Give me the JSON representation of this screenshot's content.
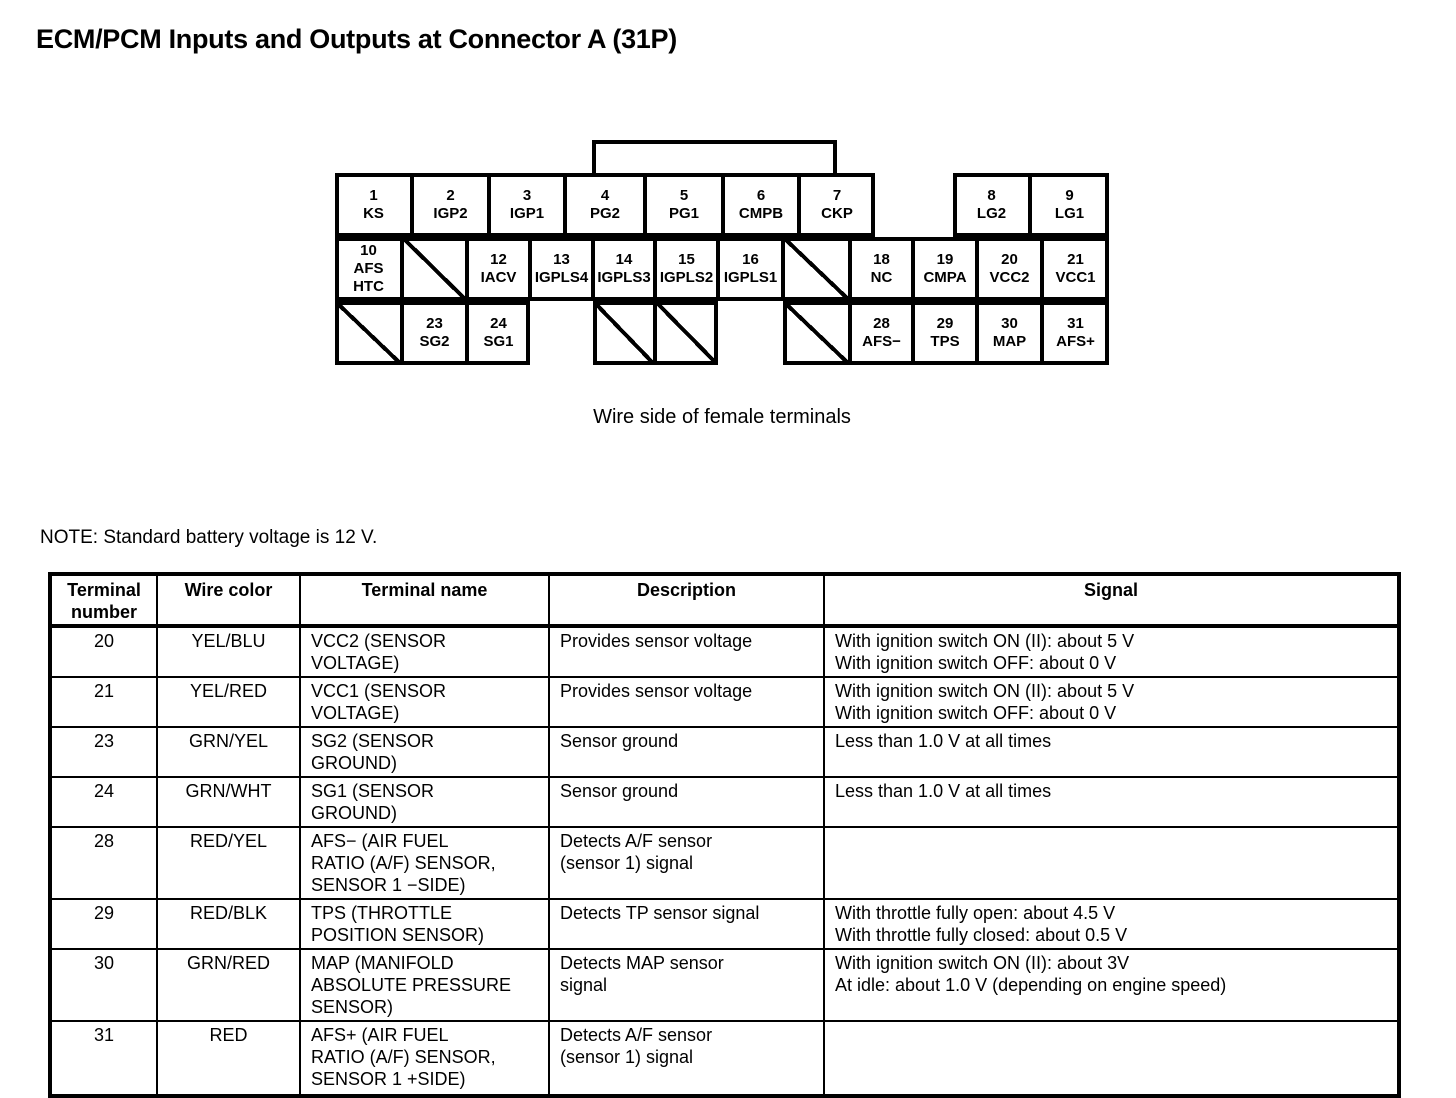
{
  "page_title": "ECM/PCM Inputs and Outputs at Connector A (31P)",
  "connector": {
    "caption": "Wire side of female terminals",
    "pins": [
      {
        "num": "1",
        "label": "KS"
      },
      {
        "num": "2",
        "label": "IGP2"
      },
      {
        "num": "3",
        "label": "IGP1"
      },
      {
        "num": "4",
        "label": "PG2"
      },
      {
        "num": "5",
        "label": "PG1"
      },
      {
        "num": "6",
        "label": "CMPB"
      },
      {
        "num": "7",
        "label": "CKP"
      },
      {
        "num": "8",
        "label": "LG2"
      },
      {
        "num": "9",
        "label": "LG1"
      },
      {
        "num": "10",
        "label": "AFS\nHTC"
      },
      {
        "num": "12",
        "label": "IACV"
      },
      {
        "num": "13",
        "label": "IGPLS4"
      },
      {
        "num": "14",
        "label": "IGPLS3"
      },
      {
        "num": "15",
        "label": "IGPLS2"
      },
      {
        "num": "16",
        "label": "IGPLS1"
      },
      {
        "num": "18",
        "label": "NC"
      },
      {
        "num": "19",
        "label": "CMPA"
      },
      {
        "num": "20",
        "label": "VCC2"
      },
      {
        "num": "21",
        "label": "VCC1"
      },
      {
        "num": "23",
        "label": "SG2"
      },
      {
        "num": "24",
        "label": "SG1"
      },
      {
        "num": "28",
        "label": "AFS−"
      },
      {
        "num": "29",
        "label": "TPS"
      },
      {
        "num": "30",
        "label": "MAP"
      },
      {
        "num": "31",
        "label": "AFS+"
      }
    ]
  },
  "note": "NOTE: Standard battery voltage is 12 V.",
  "table": {
    "headers": {
      "terminal": "Terminal\nnumber",
      "wire": "Wire color",
      "name": "Terminal name",
      "description": "Description",
      "signal": "Signal"
    },
    "rows": [
      {
        "terminal": "20",
        "wire": "YEL/BLU",
        "name": "VCC2 (SENSOR\nVOLTAGE)",
        "description": "Provides sensor voltage",
        "signal": "With ignition switch ON (II): about 5 V\nWith ignition switch OFF: about 0 V"
      },
      {
        "terminal": "21",
        "wire": "YEL/RED",
        "name": "VCC1 (SENSOR\nVOLTAGE)",
        "description": "Provides sensor voltage",
        "signal": "With ignition switch ON (II): about 5 V\nWith ignition switch OFF: about 0 V"
      },
      {
        "terminal": "23",
        "wire": "GRN/YEL",
        "name": "SG2 (SENSOR\nGROUND)",
        "description": "Sensor ground",
        "signal": "Less than 1.0 V at all times"
      },
      {
        "terminal": "24",
        "wire": "GRN/WHT",
        "name": "SG1 (SENSOR\nGROUND)",
        "description": "Sensor ground",
        "signal": "Less than 1.0 V at all times"
      },
      {
        "terminal": "28",
        "wire": "RED/YEL",
        "name": "AFS− (AIR FUEL\nRATIO (A/F) SENSOR,\nSENSOR 1 −SIDE)",
        "description": "Detects A/F sensor\n(sensor 1) signal",
        "signal": ""
      },
      {
        "terminal": "29",
        "wire": "RED/BLK",
        "name": "TPS (THROTTLE\nPOSITION SENSOR)",
        "description": "Detects TP sensor signal",
        "signal": "With throttle fully open: about 4.5 V\nWith throttle fully closed: about 0.5 V"
      },
      {
        "terminal": "30",
        "wire": "GRN/RED",
        "name": "MAP (MANIFOLD\nABSOLUTE PRESSURE\nSENSOR)",
        "description": "Detects MAP sensor\nsignal",
        "signal": "With ignition switch ON (II): about 3V\nAt idle: about 1.0 V (depending on engine speed)"
      },
      {
        "terminal": "31",
        "wire": "RED",
        "name": "AFS+ (AIR FUEL\nRATIO (A/F) SENSOR,\nSENSOR 1 +SIDE)",
        "description": "Detects A/F sensor\n(sensor 1) signal",
        "signal": ""
      }
    ]
  }
}
